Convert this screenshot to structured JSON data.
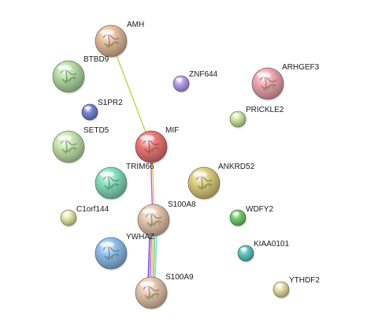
{
  "network": {
    "nodes": [
      {
        "id": "AMH",
        "label": "AMH",
        "color": "#e8c0a0",
        "size": "large",
        "has_structure": true
      },
      {
        "id": "BTBD9",
        "label": "BTBD9",
        "color": "#b8e0a8",
        "size": "large",
        "has_structure": true
      },
      {
        "id": "ZNF644",
        "label": "ZNF644",
        "color": "#b8a0f0",
        "size": "small",
        "has_structure": false
      },
      {
        "id": "ARHGEF3",
        "label": "ARHGEF3",
        "color": "#f0a8b0",
        "size": "large",
        "has_structure": true
      },
      {
        "id": "S1PR2",
        "label": "S1PR2",
        "color": "#7888d8",
        "size": "small",
        "has_structure": false
      },
      {
        "id": "PRICKLE2",
        "label": "PRICKLE2",
        "color": "#d0e8a0",
        "size": "small",
        "has_structure": false
      },
      {
        "id": "SETD5",
        "label": "SETD5",
        "color": "#c8e8b0",
        "size": "large",
        "has_structure": true
      },
      {
        "id": "MIF",
        "label": "MIF",
        "color": "#f07878",
        "size": "large",
        "has_structure": true
      },
      {
        "id": "TRIM66",
        "label": "TRIM66",
        "color": "#88e0c0",
        "size": "large",
        "has_structure": true
      },
      {
        "id": "ANKRD52",
        "label": "ANKRD52",
        "color": "#e0d080",
        "size": "large",
        "has_structure": true
      },
      {
        "id": "C1orf144",
        "label": "C1orf144",
        "color": "#e8e8a8",
        "size": "small",
        "has_structure": false
      },
      {
        "id": "S100A8",
        "label": "S100A8",
        "color": "#e8c8b0",
        "size": "large",
        "has_structure": true
      },
      {
        "id": "WDFY2",
        "label": "WDFY2",
        "color": "#78d070",
        "size": "small",
        "has_structure": false
      },
      {
        "id": "YWHAZ",
        "label": "YWHAZ",
        "color": "#90c0f0",
        "size": "large",
        "has_structure": true
      },
      {
        "id": "KIAA0101",
        "label": "KIAA0101",
        "color": "#60c8c0",
        "size": "small",
        "has_structure": false
      },
      {
        "id": "S100A9",
        "label": "S100A9",
        "color": "#e8c8b0",
        "size": "large",
        "has_structure": true
      },
      {
        "id": "YTHDF2",
        "label": "YTHDF2",
        "color": "#e8e0a8",
        "size": "small",
        "has_structure": false
      }
    ],
    "edges": [
      {
        "source": "AMH",
        "target": "MIF",
        "colors": [
          "#b8d848"
        ]
      },
      {
        "source": "MIF",
        "target": "S100A8",
        "colors": [
          "#c8d848",
          "#e048e0"
        ]
      },
      {
        "source": "S100A8",
        "target": "S100A9",
        "colors": [
          "#70d8d8",
          "#60d060",
          "#c8d848",
          "#e048e0",
          "#5050e0"
        ]
      }
    ]
  }
}
